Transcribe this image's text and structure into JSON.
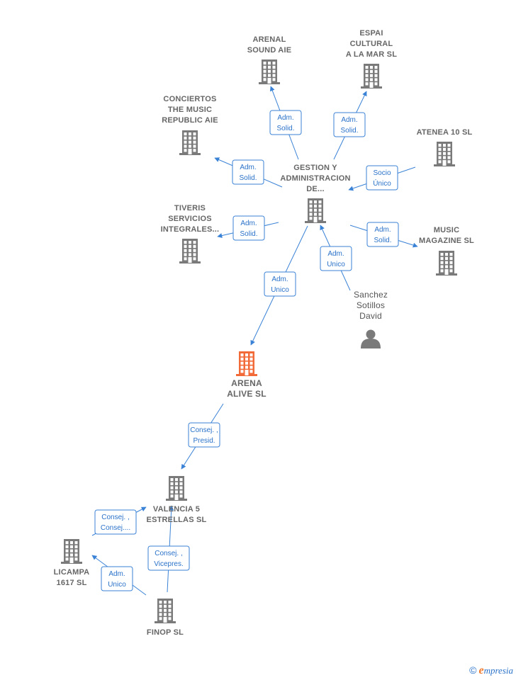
{
  "colors": {
    "company": "#7a7a7a",
    "focus": "#f26a38",
    "person": "#7a7a7a",
    "edge": "#3a82d6",
    "edge_text": "#2a72c9"
  },
  "nodes": [
    {
      "id": "arenal",
      "type": "company",
      "label": [
        "ARENAL",
        "SOUND AIE"
      ]
    },
    {
      "id": "espai",
      "type": "company",
      "label": [
        "ESPAI",
        "CULTURAL",
        "A LA MAR  SL"
      ]
    },
    {
      "id": "conciertos",
      "type": "company",
      "label": [
        "CONCIERTOS",
        "THE MUSIC",
        "REPUBLIC AIE"
      ]
    },
    {
      "id": "atenea",
      "type": "company",
      "label": [
        "ATENEA 10 SL"
      ]
    },
    {
      "id": "gestion",
      "type": "company",
      "label": [
        "GESTION Y",
        "ADMINISTRACION",
        "DE..."
      ]
    },
    {
      "id": "tiveris",
      "type": "company",
      "label": [
        "TIVERIS",
        "SERVICIOS",
        "INTEGRALES..."
      ]
    },
    {
      "id": "music",
      "type": "company",
      "label": [
        "MUSIC",
        "MAGAZINE  SL"
      ]
    },
    {
      "id": "sanchez",
      "type": "person",
      "label": [
        "Sanchez",
        "Sotillos",
        "David"
      ]
    },
    {
      "id": "arena",
      "type": "focus",
      "label": [
        "ARENA",
        "ALIVE  SL"
      ]
    },
    {
      "id": "valencia",
      "type": "company",
      "label": [
        "VALENCIA 5",
        "ESTRELLAS  SL"
      ]
    },
    {
      "id": "licampa",
      "type": "company",
      "label": [
        "LICAMPA",
        "1617  SL"
      ]
    },
    {
      "id": "finop",
      "type": "company",
      "label": [
        "FINOP SL"
      ]
    }
  ],
  "edges": [
    {
      "from": "gestion",
      "to": "arenal",
      "label": [
        "Adm.",
        "Solid."
      ]
    },
    {
      "from": "gestion",
      "to": "espai",
      "label": [
        "Adm.",
        "Solid."
      ]
    },
    {
      "from": "gestion",
      "to": "conciertos",
      "label": [
        "Adm.",
        "Solid."
      ]
    },
    {
      "from": "atenea",
      "to": "gestion",
      "label": [
        "Socio",
        "Único"
      ]
    },
    {
      "from": "gestion",
      "to": "tiveris",
      "label": [
        "Adm.",
        "Solid."
      ]
    },
    {
      "from": "gestion",
      "to": "music",
      "label": [
        "Adm.",
        "Solid."
      ]
    },
    {
      "from": "sanchez",
      "to": "gestion",
      "label": [
        "Adm.",
        "Unico"
      ]
    },
    {
      "from": "gestion",
      "to": "arena",
      "label": [
        "Adm.",
        "Unico"
      ]
    },
    {
      "from": "arena",
      "to": "valencia",
      "label": [
        "Consej. ,",
        "Presid."
      ]
    },
    {
      "from": "licampa",
      "to": "valencia",
      "label": [
        "Consej. ,",
        "Consej...."
      ]
    },
    {
      "from": "finop",
      "to": "valencia",
      "label": [
        "Consej. ,",
        "Vicepres."
      ]
    },
    {
      "from": "finop",
      "to": "licampa",
      "label": [
        "Adm.",
        "Unico"
      ]
    }
  ],
  "footer": {
    "copyright": "©",
    "brand_initial": "e",
    "brand_rest": "mpresia"
  }
}
